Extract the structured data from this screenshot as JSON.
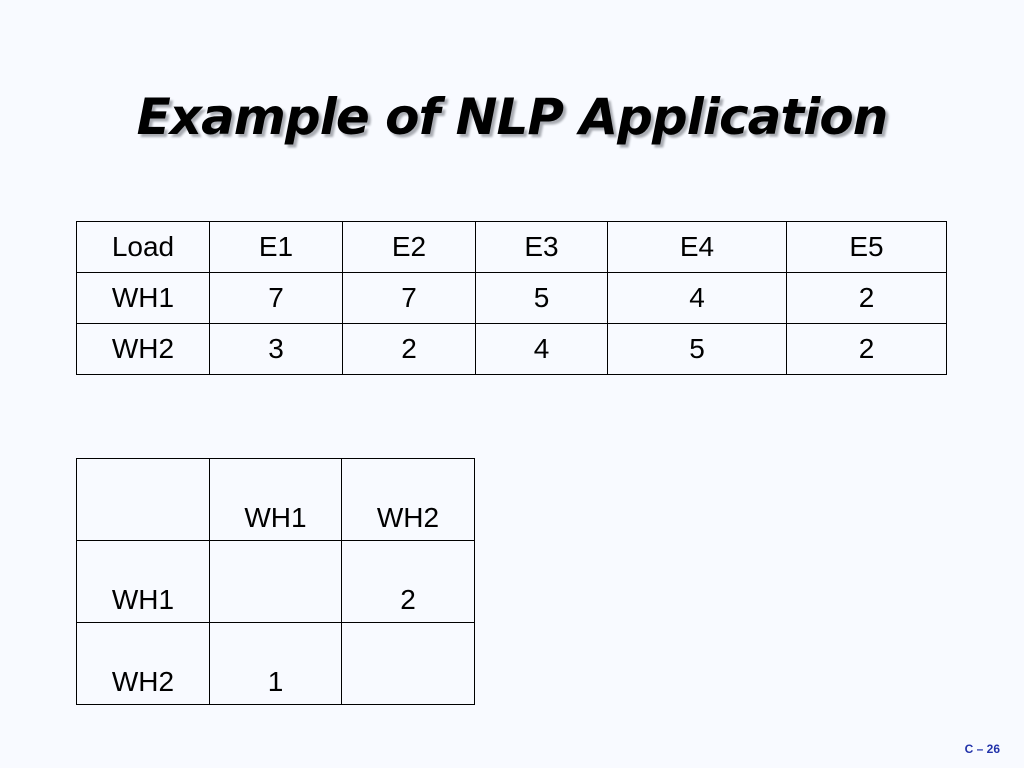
{
  "slide": {
    "title": "Example of NLP Application",
    "page_label": "C – 26"
  },
  "table1": {
    "header": [
      "Load",
      "E1",
      "E2",
      "E3",
      "E4",
      "E5"
    ],
    "rows": [
      [
        "WH1",
        "7",
        "7",
        "5",
        "4",
        "2"
      ],
      [
        "WH2",
        "3",
        "2",
        "4",
        "5",
        "2"
      ]
    ]
  },
  "table2": {
    "header": [
      "",
      "WH1",
      "WH2"
    ],
    "rows": [
      [
        "WH1",
        "",
        "2"
      ],
      [
        "WH2",
        "1",
        ""
      ]
    ]
  }
}
